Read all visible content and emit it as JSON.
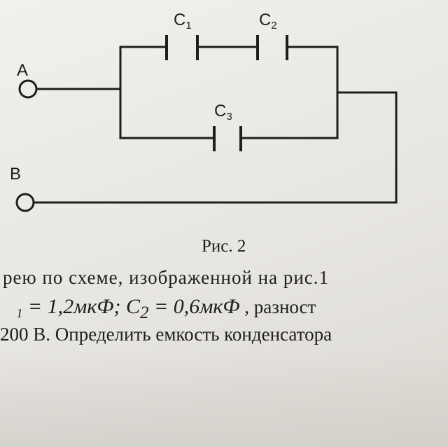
{
  "diagram": {
    "labels": {
      "a": "A",
      "b": "B",
      "c1_main": "C",
      "c1_sub": "1",
      "c2_main": "C",
      "c2_sub": "2",
      "c3_main": "C",
      "c3_sub": "3"
    }
  },
  "caption": "Рис. 2",
  "text": {
    "line1": "рею по схеме, изображенной на рис.1",
    "line2_a": "₁ = 1,2мкФ; C",
    "line2_sub": "2",
    "line2_b": " = 0,6мкФ",
    "line2_c": " , разност",
    "line3": "200 В. Определить емкость конденсатора"
  }
}
